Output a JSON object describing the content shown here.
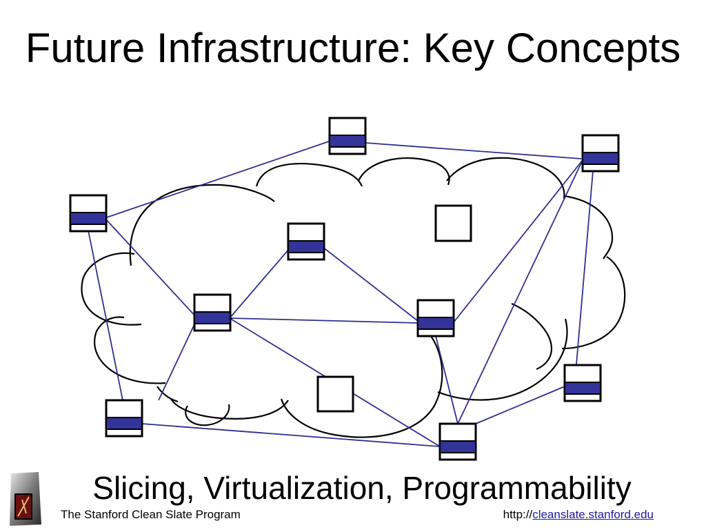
{
  "slide": {
    "title": "Future Infrastructure: Key Concepts",
    "subtitle": "Slicing, Virtualization, Programmability"
  },
  "footer": {
    "program": "The Stanford Clean Slate Program",
    "url_prefix": "http://",
    "url_link": "cleanslate.stanford.edu"
  },
  "logo": {
    "icon": "stanford-clean-slate-logo-icon"
  },
  "colors": {
    "link_line": "#2e2e8f",
    "node_band": "#33339a",
    "outline": "#000000",
    "url_link": "#1a1aa6"
  }
}
